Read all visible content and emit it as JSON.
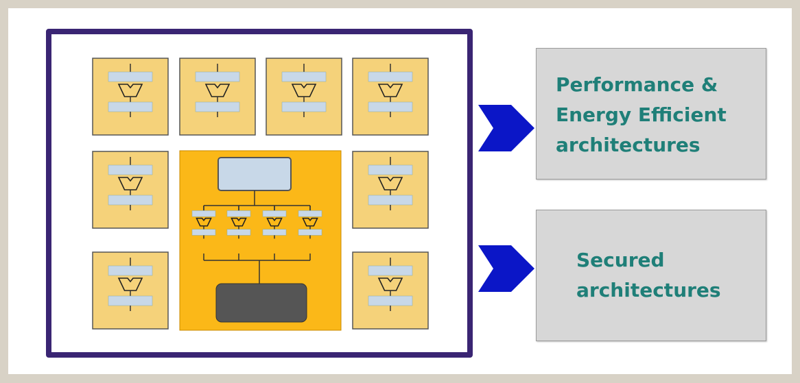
{
  "colors": {
    "background": "#d8d2c6",
    "chip_border": "#3a2573",
    "tile_fill": "#f5d27a",
    "tile_border": "#555555",
    "cluster_fill": "#fbb818",
    "register_fill": "#c8d8e8",
    "controller_fill": "#c8d8e8",
    "memory_fill": "#555555",
    "arrow_fill": "#0b16c7",
    "label_box_fill": "#d7d7d7",
    "label_text": "#1f7f78"
  },
  "diagram": {
    "processing_tiles": 8,
    "cluster_units": 4,
    "outputs": [
      {
        "id": "performance",
        "text": "Performance &\nEnergy Efficient\narchitectures"
      },
      {
        "id": "secured",
        "text": "Secured\narchitectures"
      }
    ]
  }
}
